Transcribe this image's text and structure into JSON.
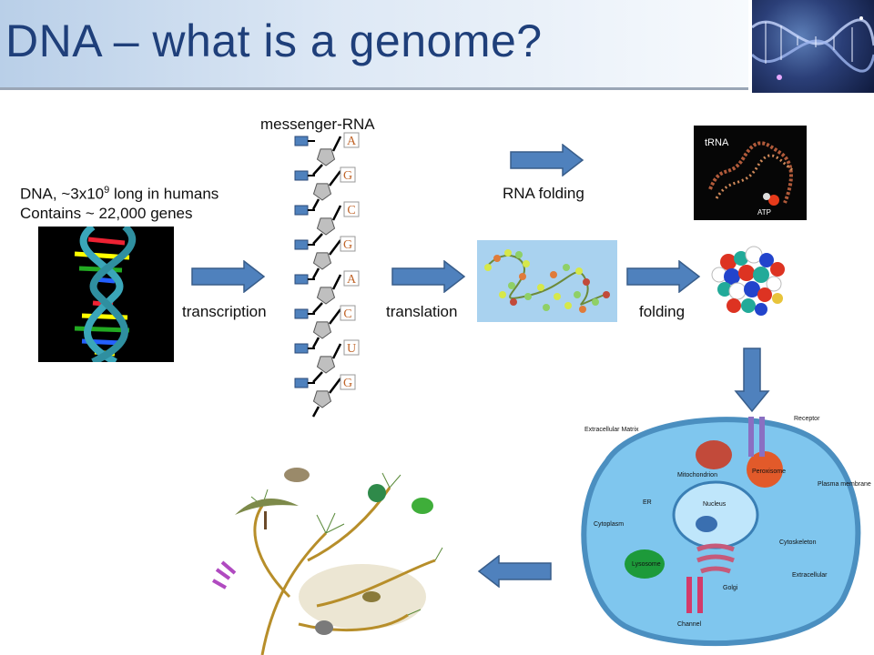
{
  "slide": {
    "title": "DNA – what is a genome?"
  },
  "dna": {
    "line1_prefix": "DNA, ~3x10",
    "line1_exponent": "9",
    "line1_suffix": " long in humans",
    "line2": "Contains ~ 22,000 genes"
  },
  "labels": {
    "messenger_rna": "messenger-RNA",
    "transcription": "transcription",
    "translation": "translation",
    "folding": "folding",
    "rna_folding": "RNA folding"
  },
  "mrna_bases": [
    "A",
    "G",
    "C",
    "G",
    "A",
    "C",
    "U",
    "G"
  ],
  "trna_image": {
    "title": "tRNA",
    "atp": "ATP"
  },
  "cell_diagram": {
    "labels": [
      "Extracellular Matrix",
      "Receptor",
      "Mitochondrion",
      "Peroxisome",
      "Plasma membrane",
      "Nucleus",
      "ER",
      "Cytoplasm",
      "Cytoskeleton",
      "Lysosome",
      "Golgi",
      "Extracellular",
      "Channel"
    ]
  },
  "colors": {
    "title_text": "#1f3f7a",
    "arrow_fill": "#4f81bd",
    "arrow_stroke": "#385d8a",
    "base_color": "#c0652a",
    "nucleotide_square": "#4f81bd"
  }
}
